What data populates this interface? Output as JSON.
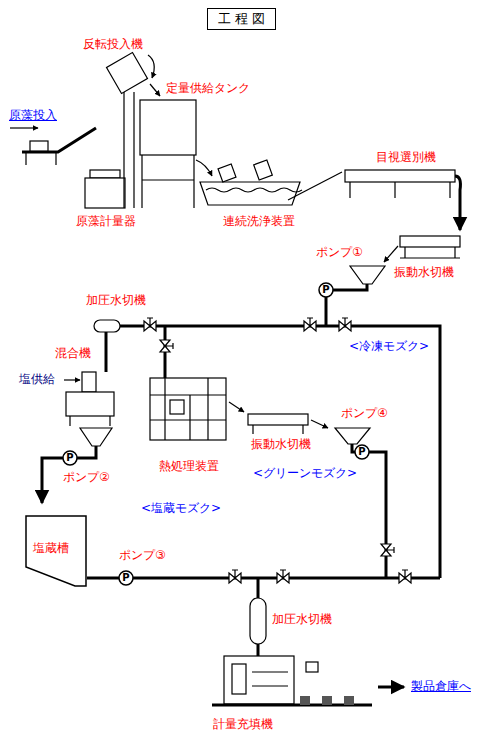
{
  "diagram": {
    "title": "工 程 図",
    "nodes": [
      {
        "text": [
          "塩蔵槽"
        ]
      }
    ],
    "labels": [
      "反転投入機",
      "定量供給タンク",
      "原藻投入",
      "原藻計量器",
      "連続洗浄装置",
      "目視選別機",
      "振動水切機",
      "ポンプ①",
      "加圧水切機",
      "<冷凍モズク>",
      "混合機",
      "塩供給",
      "熱処理装置",
      "振動水切機",
      "ポンプ④",
      "ポンプ②",
      "<グリーンモズク>",
      "<塩蔵モズク>",
      "ポンプ③",
      "加圧水切機",
      "計量充填機",
      "製品倉庫へ",
      "P",
      "P",
      "P",
      "P"
    ]
  }
}
